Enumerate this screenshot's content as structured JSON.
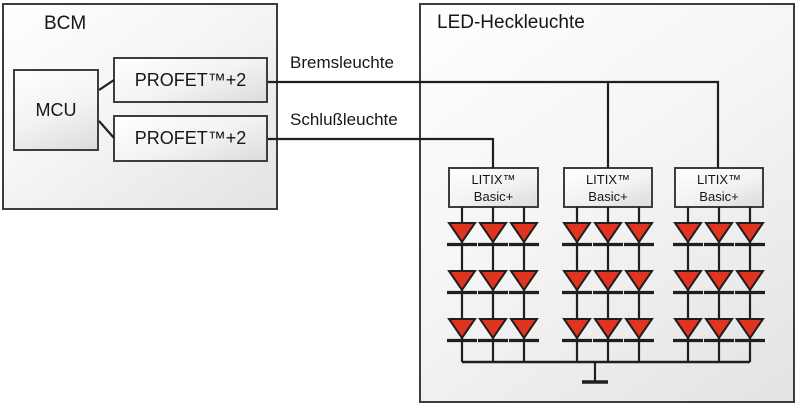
{
  "colors": {
    "led_fill": "#e2331f",
    "wire": "#1f1f1f",
    "box_border": "#3d3d3d"
  },
  "bcm": {
    "title": "BCM",
    "mcu_label": "MCU",
    "profet_top_label": "PROFET™+2",
    "profet_bottom_label": "PROFET™+2"
  },
  "wires": {
    "brake_label": "Bremsleuchte",
    "tail_label": "Schlußleuchte"
  },
  "led_lamp": {
    "title": "LED-Heckleuchte",
    "drivers": [
      {
        "line1": "LITIX™",
        "line2": "Basic+"
      },
      {
        "line1": "LITIX™",
        "line2": "Basic+"
      },
      {
        "line1": "LITIX™",
        "line2": "Basic+"
      }
    ],
    "led_array": {
      "modules": 3,
      "strings_per_module": 3,
      "leds_per_string": 3
    }
  }
}
